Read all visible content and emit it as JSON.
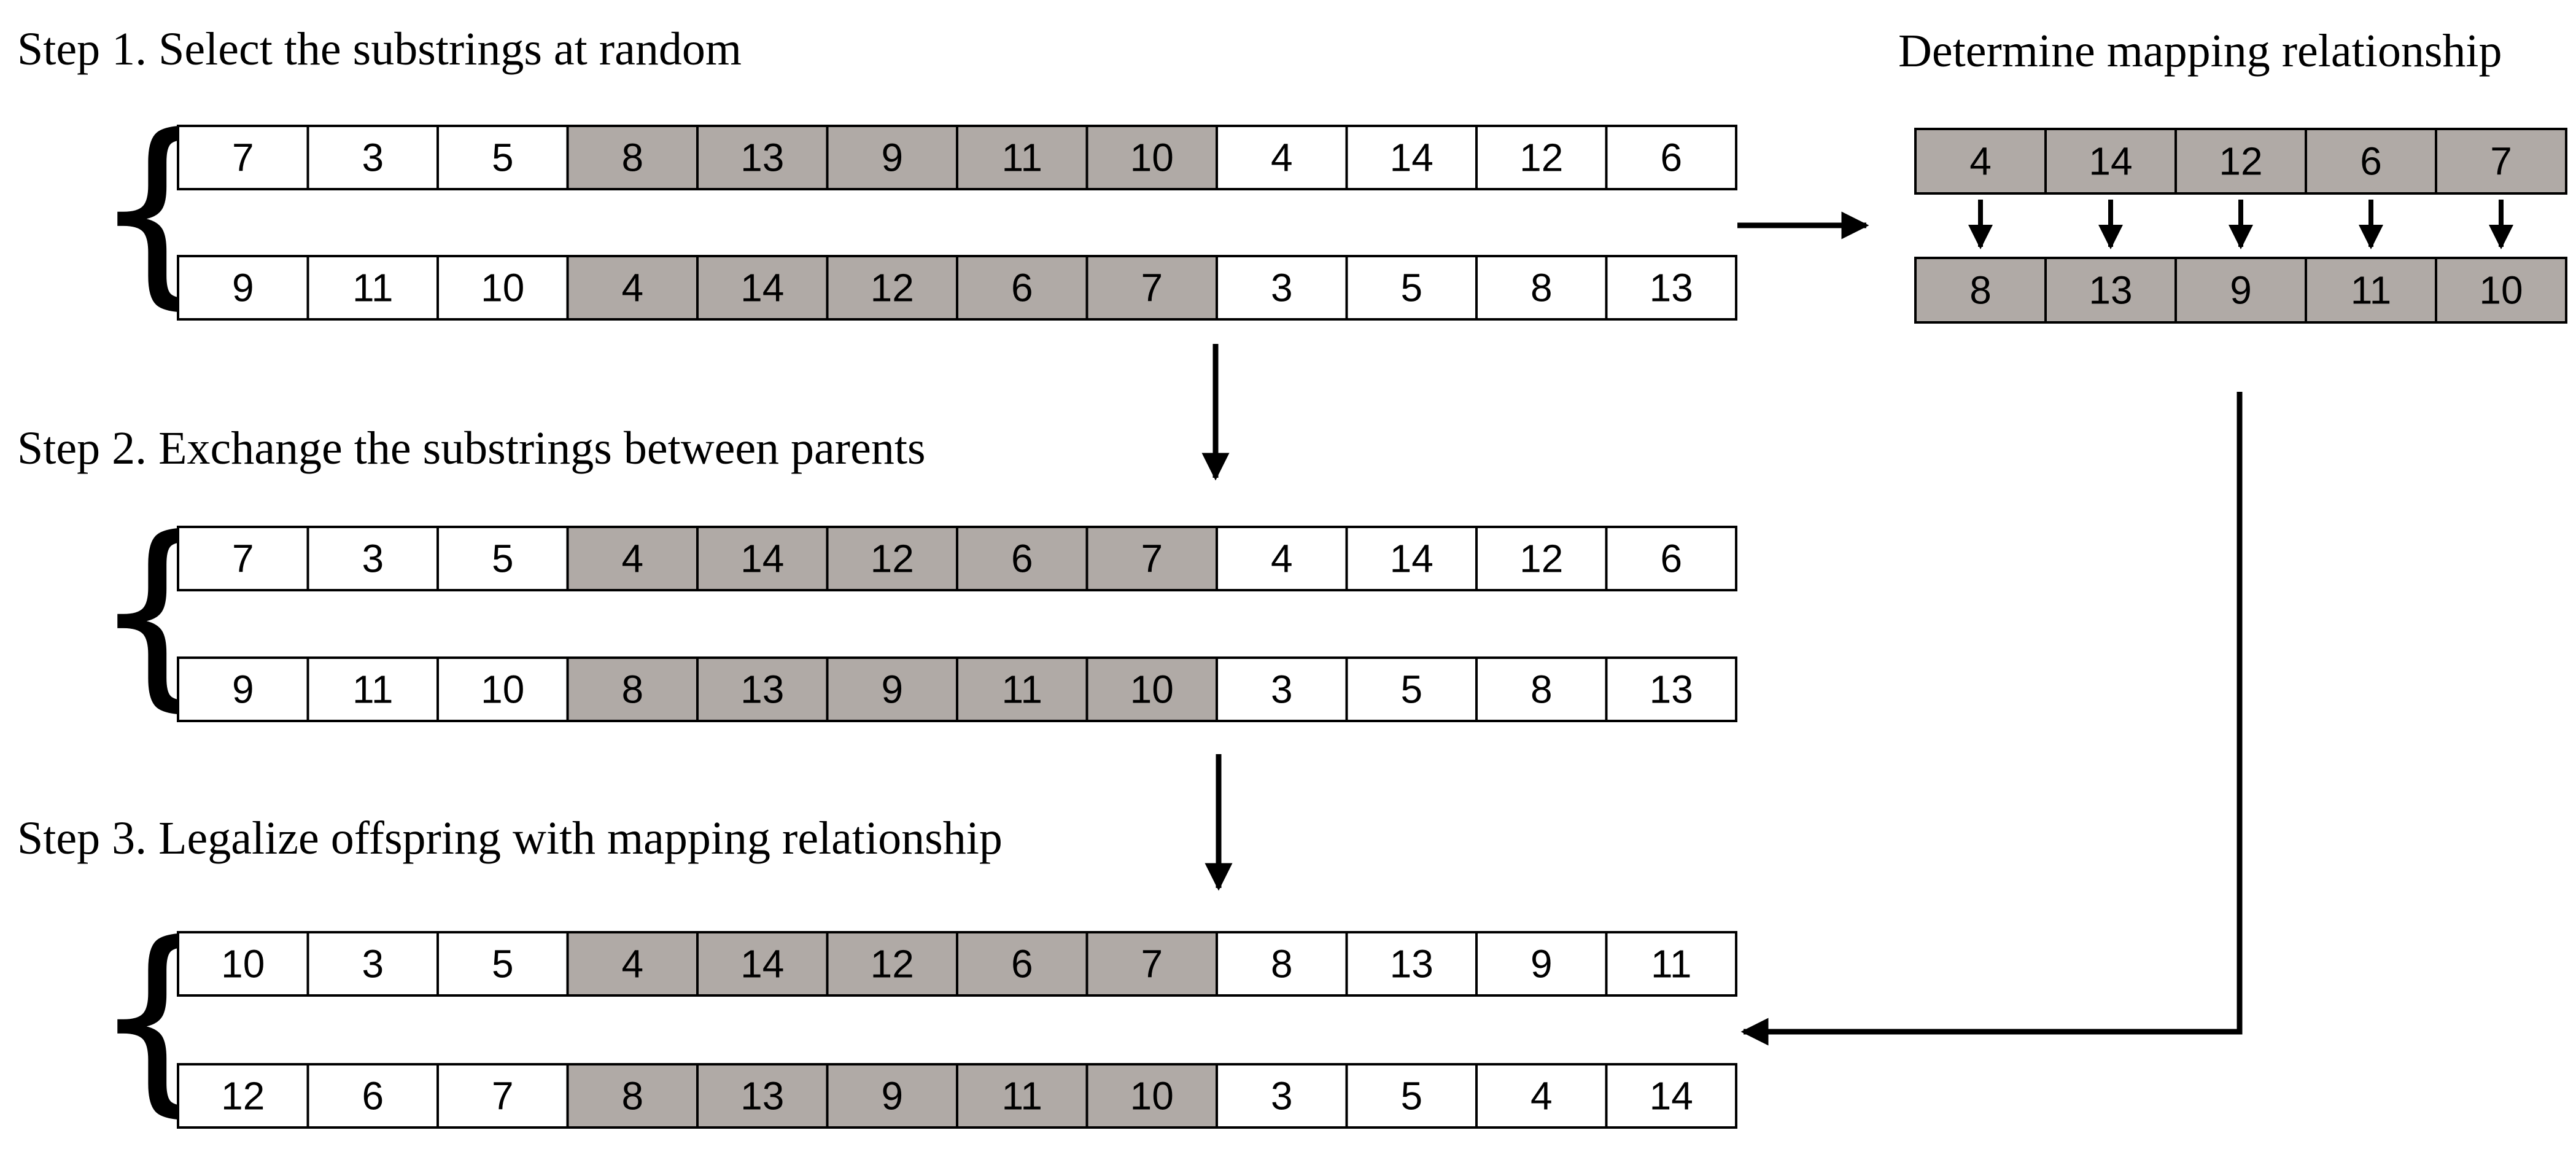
{
  "colors": {
    "highlight_fill": "#b0aaa6",
    "plain_fill": "#ffffff",
    "stroke": "#000000"
  },
  "steps": [
    {
      "title": "Step 1. Select the substrings at random",
      "parent1": [
        7,
        3,
        5,
        8,
        13,
        9,
        11,
        10,
        4,
        14,
        12,
        6
      ],
      "parent2": [
        9,
        11,
        10,
        4,
        14,
        12,
        6,
        7,
        3,
        5,
        8,
        13
      ],
      "highlight": [
        3,
        4,
        5,
        6,
        7
      ]
    },
    {
      "title": "Step 2. Exchange the substrings between parents",
      "parent1": [
        7,
        3,
        5,
        4,
        14,
        12,
        6,
        7,
        4,
        14,
        12,
        6
      ],
      "parent2": [
        9,
        11,
        10,
        8,
        13,
        9,
        11,
        10,
        3,
        5,
        8,
        13
      ],
      "highlight": [
        3,
        4,
        5,
        6,
        7
      ]
    },
    {
      "title": "Step 3. Legalize  offspring with mapping relationship",
      "parent1": [
        10,
        3,
        5,
        4,
        14,
        12,
        6,
        7,
        8,
        13,
        9,
        11
      ],
      "parent2": [
        12,
        6,
        7,
        8,
        13,
        9,
        11,
        10,
        3,
        5,
        4,
        14
      ],
      "highlight": [
        3,
        4,
        5,
        6,
        7
      ]
    }
  ],
  "mapping": {
    "title": "Determine mapping relationship",
    "top": [
      4,
      14,
      12,
      6,
      7
    ],
    "bottom": [
      8,
      13,
      9,
      11,
      10
    ]
  }
}
